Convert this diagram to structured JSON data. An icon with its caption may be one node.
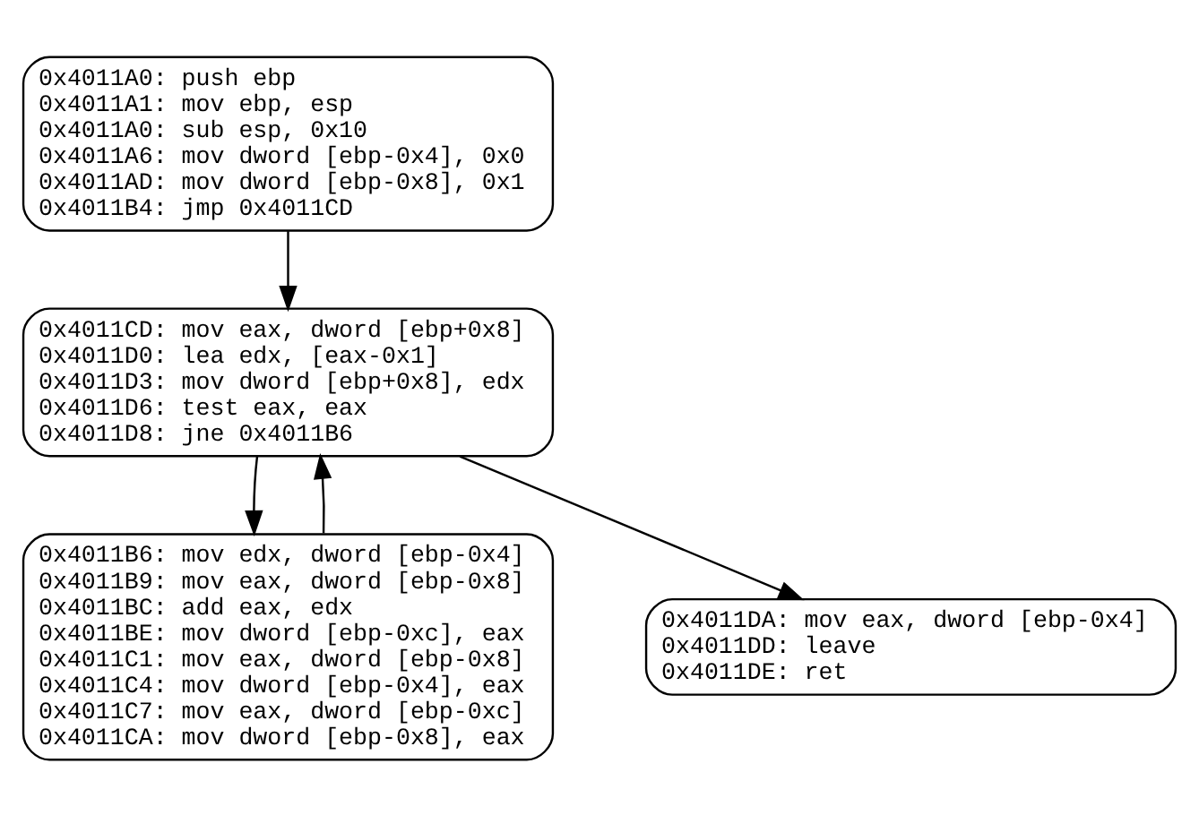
{
  "diagram": {
    "nodes": [
      {
        "text": [
          "0x4011A0: push ebp",
          "0x4011A1: mov ebp, esp",
          "0x4011A0: sub esp, 0x10",
          "0x4011A6: mov dword [ebp-0x4], 0x0",
          "0x4011AD: mov dword [ebp-0x8], 0x1",
          "0x4011B4: jmp 0x4011CD"
        ]
      },
      {
        "text": [
          "0x4011CD: mov eax, dword [ebp+0x8]",
          "0x4011D0: lea edx, [eax-0x1]",
          "0x4011D3: mov dword [ebp+0x8], edx",
          "0x4011D6: test eax, eax",
          "0x4011D8: jne 0x4011B6"
        ]
      },
      {
        "text": [
          "0x4011B6: mov edx, dword [ebp-0x4]",
          "0x4011B9: mov eax, dword [ebp-0x8]",
          "0x4011BC: add eax, edx",
          "0x4011BE: mov dword [ebp-0xc], eax",
          "0x4011C1: mov eax, dword [ebp-0x8]",
          "0x4011C4: mov dword [ebp-0x4], eax",
          "0x4011C7: mov eax, dword [ebp-0xc]",
          "0x4011CA: mov dword [ebp-0x8], eax"
        ]
      },
      {
        "text": [
          "0x4011DA: mov eax, dword [ebp-0x4]",
          "0x4011DD: leave",
          "0x4011DE: ret"
        ]
      }
    ],
    "edges": [
      {
        "from": 0,
        "to": 1,
        "arrow": "to"
      },
      {
        "from": 1,
        "to": 2,
        "arrow": "to"
      },
      {
        "from": 2,
        "to": 1,
        "arrow": "to"
      },
      {
        "from": 1,
        "to": 3,
        "arrow": "to"
      }
    ]
  }
}
